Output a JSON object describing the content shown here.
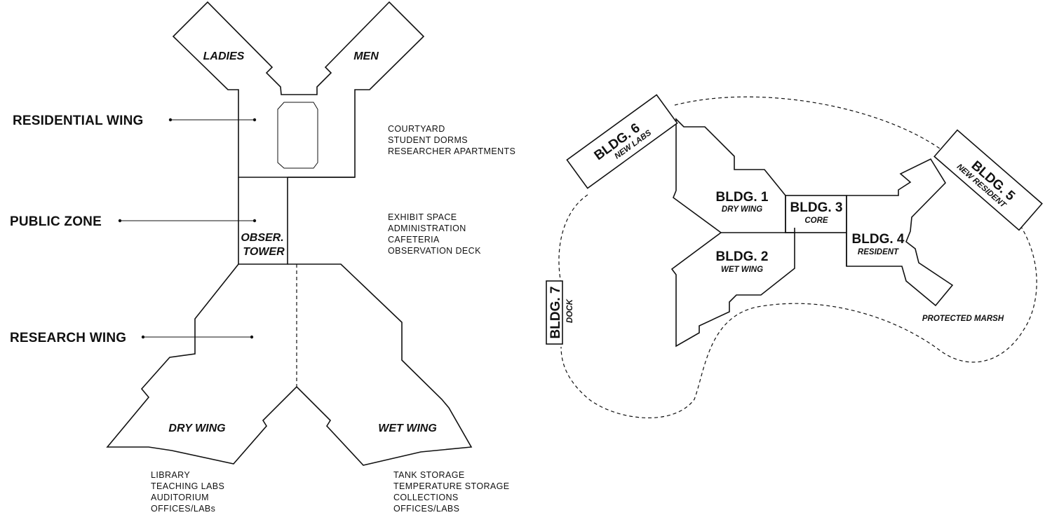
{
  "left_plan": {
    "zones": {
      "residential": "RESIDENTIAL WING",
      "public": "PUBLIC ZONE",
      "research": "RESEARCH WING"
    },
    "rooms": {
      "ladies": "LADIES",
      "men": "MEN",
      "obser": "OBSER.",
      "tower": "TOWER",
      "dry_wing": "DRY WING",
      "wet_wing": "WET WING"
    },
    "residential_list": [
      "COURTYARD",
      "STUDENT DORMS",
      "RESEARCHER APARTMENTS"
    ],
    "public_list": [
      "EXHIBIT SPACE",
      "ADMINISTRATION",
      "CAFETERIA",
      "OBSERVATION DECK"
    ],
    "dry_list": [
      "LIBRARY",
      "TEACHING LABS",
      "AUDITORIUM",
      "OFFICES/LABs"
    ],
    "wet_list": [
      "TANK STORAGE",
      "TEMPERATURE STORAGE",
      "COLLECTIONS",
      "OFFICES/LABS"
    ]
  },
  "site_plan": {
    "bldg1": {
      "title": "BLDG. 1",
      "sub": "DRY WING"
    },
    "bldg2": {
      "title": "BLDG. 2",
      "sub": "WET WING"
    },
    "bldg3": {
      "title": "BLDG. 3",
      "sub": "CORE"
    },
    "bldg4": {
      "title": "BLDG. 4",
      "sub": "RESIDENT"
    },
    "bldg5": {
      "title": "BLDG. 5",
      "sub": "NEW RESIDENT"
    },
    "bldg6": {
      "title": "BLDG. 6",
      "sub": "NEW LABS"
    },
    "bldg7": {
      "title": "BLDG. 7",
      "sub": "DOCK"
    },
    "marsh_label": "PROTECTED MARSH"
  }
}
